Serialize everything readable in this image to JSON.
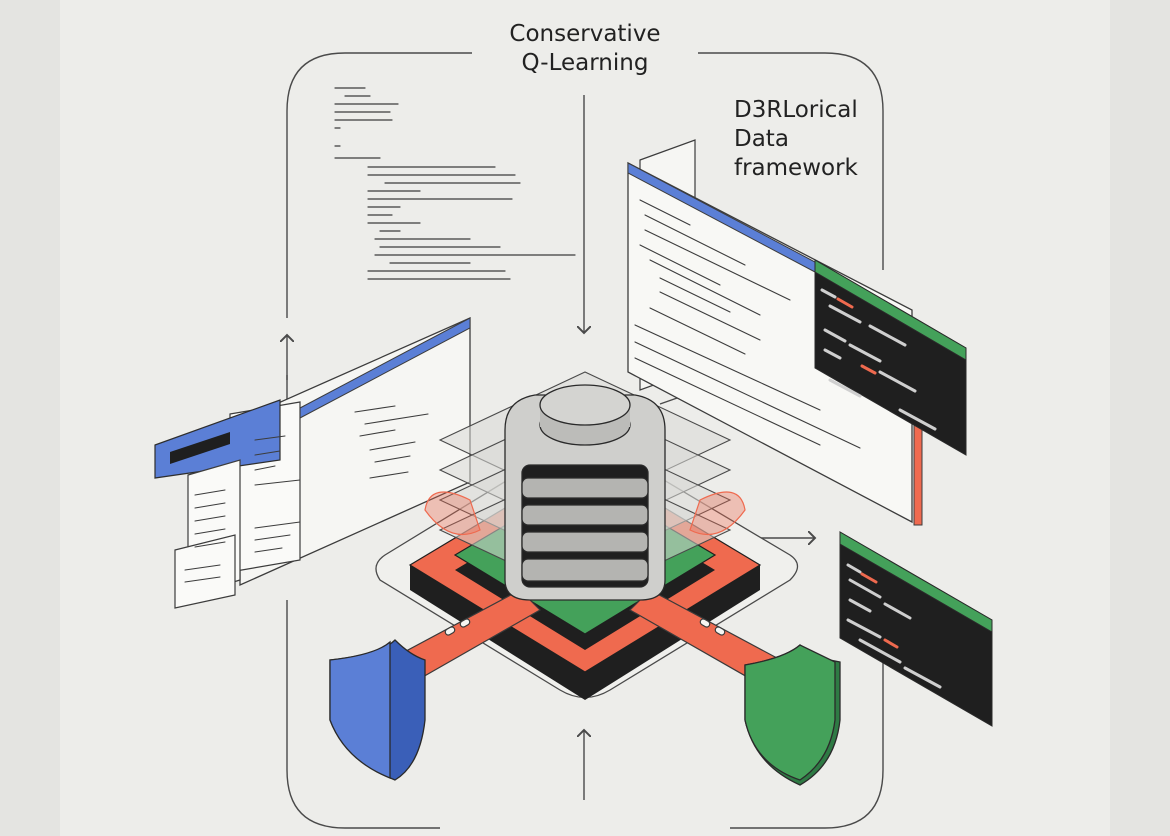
{
  "diagram": {
    "title_lines": [
      "Conservative",
      "Q-Learning"
    ],
    "subtitle_lines": [
      "D3RLorical",
      "Data",
      "framework"
    ]
  },
  "colors": {
    "background": "#ededea",
    "blue": "#5b7fd6",
    "green": "#44a15a",
    "coral": "#ef6a4f",
    "dark": "#1f1f1f",
    "line": "#4a4a4a"
  },
  "icons": {
    "central": "database-stack-icon",
    "left_shield": "shield-icon",
    "right_shield": "shield-icon"
  }
}
